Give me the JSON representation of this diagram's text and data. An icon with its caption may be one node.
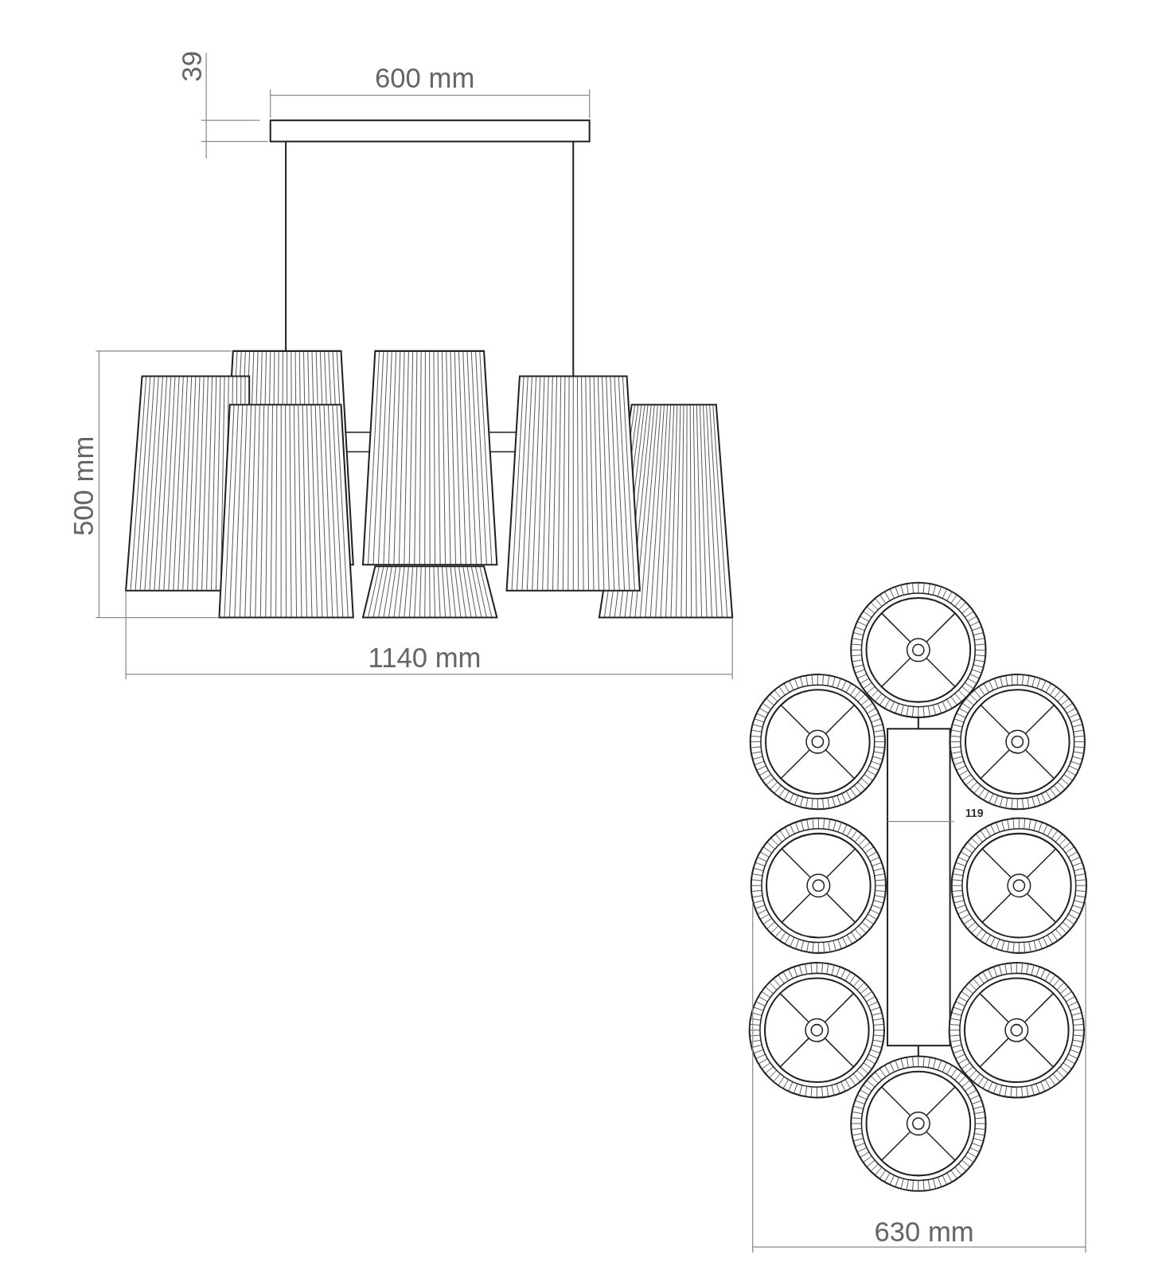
{
  "diagram": {
    "labels": [
      "39",
      "600 mm",
      "500 mm",
      "1140 mm",
      "119",
      "630 mm"
    ]
  }
}
